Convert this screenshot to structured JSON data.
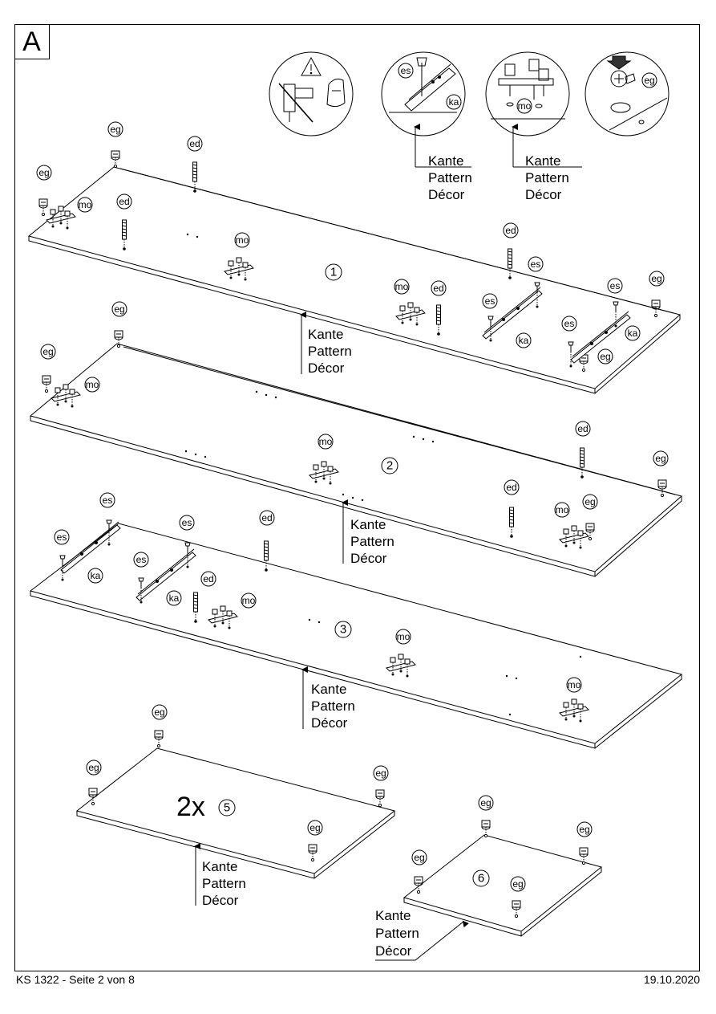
{
  "step_letter": "A",
  "footer": {
    "doc": "KS 1322 - Seite 2 von 8",
    "date": "19.10.2020"
  },
  "edge_label": {
    "line1": "Kante",
    "line2": "Pattern",
    "line3": "Décor"
  },
  "hardware": {
    "eg": "eg",
    "ed": "ed",
    "mo": "mo",
    "es": "es",
    "ka": "ka"
  },
  "parts": {
    "p1": "1",
    "p2": "2",
    "p3": "3",
    "p5": "5",
    "p6": "6"
  },
  "quantity_5": "2x",
  "icons": [
    "warning-triangle-icon",
    "no-drill-icon",
    "hand-press-icon",
    "cam-lock-icon"
  ]
}
